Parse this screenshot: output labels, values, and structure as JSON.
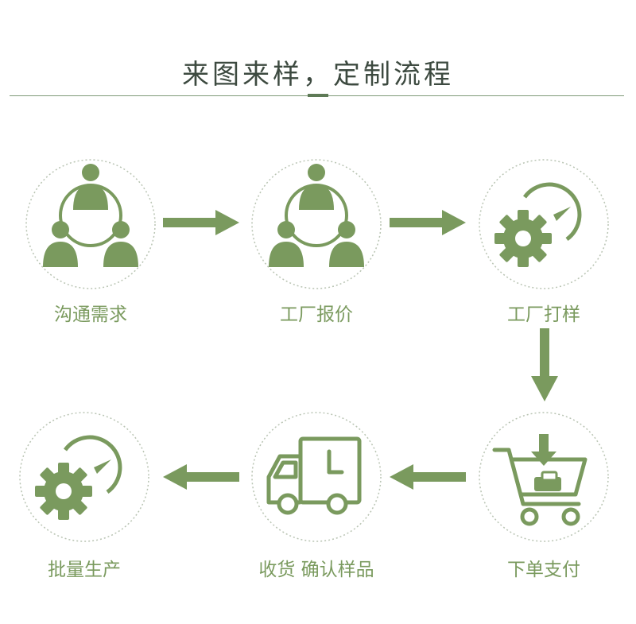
{
  "title": "来图来样，定制流程",
  "colors": {
    "accent": "#7a9a5e",
    "circle_border": "#b9c4b3",
    "title": "#3d4a40"
  },
  "steps": [
    {
      "label": "沟通需求",
      "icon": "people-network-icon"
    },
    {
      "label": "工厂报价",
      "icon": "people-network-icon"
    },
    {
      "label": "工厂打样",
      "icon": "gear-gauge-icon"
    },
    {
      "label": "下单支付",
      "icon": "shopping-cart-download-icon"
    },
    {
      "label": "收货 确认样品",
      "icon": "delivery-truck-clock-icon"
    },
    {
      "label": "批量生产",
      "icon": "gear-gauge-icon"
    }
  ]
}
